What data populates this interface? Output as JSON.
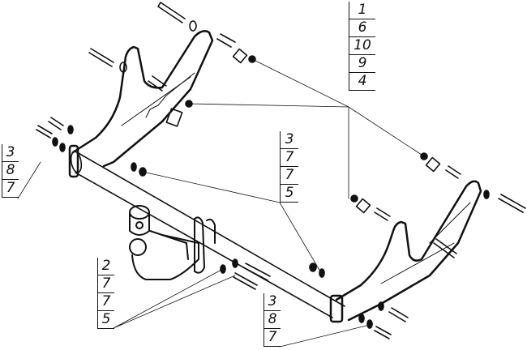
{
  "diagram": {
    "type": "exploded assembly drawing",
    "callouts": {
      "top_right": [
        "1",
        "6",
        "10",
        "9",
        "4"
      ],
      "left": [
        "3",
        "8",
        "7"
      ],
      "middle": [
        "3",
        "7",
        "7",
        "5"
      ],
      "bottom_left": [
        "2",
        "7",
        "7",
        "5"
      ],
      "bottom": [
        "3",
        "8",
        "7"
      ]
    },
    "colors": {
      "line": "#111111",
      "background": "#ffffff"
    }
  }
}
